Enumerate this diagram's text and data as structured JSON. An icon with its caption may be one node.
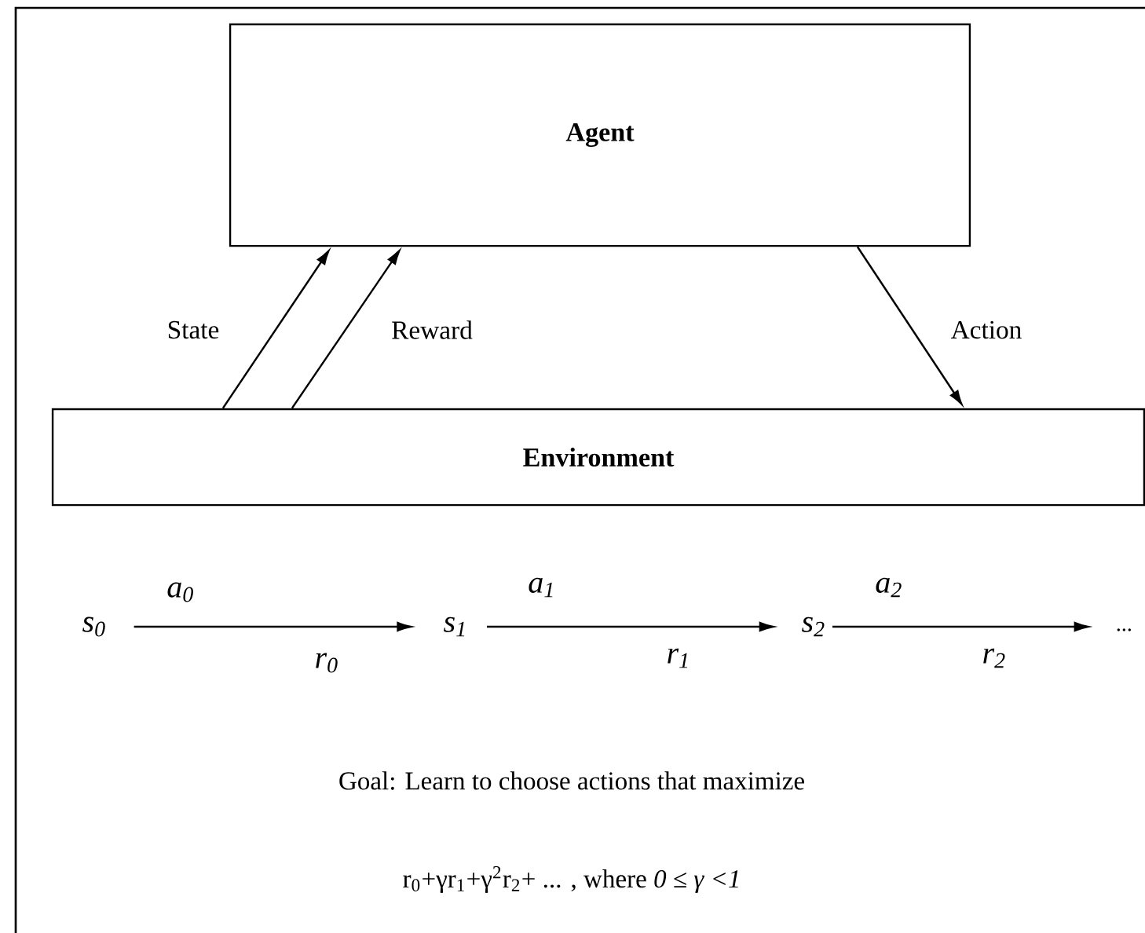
{
  "diagram": {
    "nodes": [
      {
        "text": [
          "Agent"
        ]
      },
      {
        "text": [
          "Environment"
        ]
      },
      {
        "text": [
          "s$_{0}$"
        ]
      },
      {
        "text": [
          "s$_{1}$"
        ]
      },
      {
        "text": [
          "s$_{2}$"
        ]
      },
      {
        "text": [
          "..."
        ]
      }
    ],
    "edges": [
      {
        "from": 1,
        "to": 0,
        "arrow": "to",
        "label": "State"
      },
      {
        "from": 1,
        "to": 0,
        "arrow": "to",
        "label": "Reward"
      },
      {
        "from": 0,
        "to": 1,
        "arrow": "to",
        "label": "Action"
      },
      {
        "from": 2,
        "to": 3,
        "arrow": "to",
        "label": "a$_{0}$"
      },
      {
        "from": 3,
        "to": 4,
        "arrow": "to",
        "label": "a$_{1}$"
      },
      {
        "from": 4,
        "to": 5,
        "arrow": "to",
        "label": "a$_{2}$"
      }
    ],
    "labels": [
      "r$_{0}$",
      "r$_{1}$",
      "r$_{2}$",
      "Goal: Learn to choose actions that maximize",
      "r$_{0}$+γr$_{1}$+γ$^{2}$r$_{2}$+ ... , where *0 ≤ γ <1*"
    ]
  }
}
